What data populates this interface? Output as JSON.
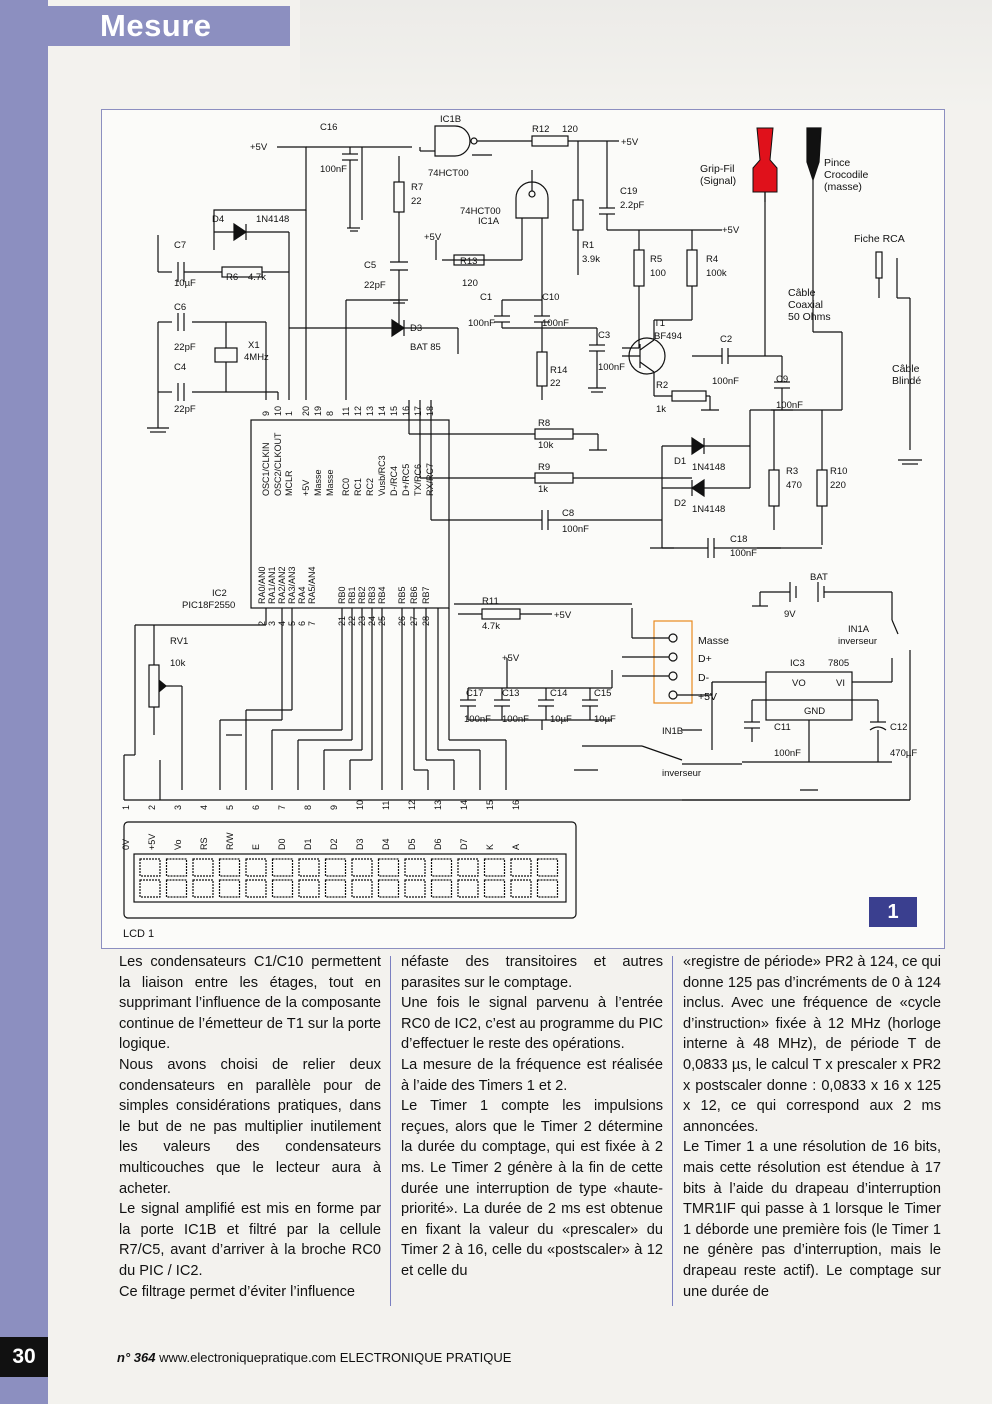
{
  "header": {
    "section": "Mesure"
  },
  "figure": {
    "number": "1",
    "lcd_label": "LCD 1",
    "components": {
      "c16": "C16",
      "c16v": "100nF",
      "ic1b": "IC1B",
      "ic1b_type": "74HCT00",
      "ic1a_type": "74HCT00",
      "ic1a": "IC1A",
      "r12": "R12",
      "r12v": "120",
      "r7": "R7",
      "r7v": "22",
      "c19": "C19",
      "c19v": "2.2pF",
      "r13": "R13",
      "r13v": "120",
      "r1": "R1",
      "r1v": "3.9k",
      "r5": "R5",
      "r5v": "100",
      "r4": "R4",
      "r4v": "100k",
      "d4": "D4",
      "d4v": "1N4148",
      "c7": "C7",
      "c7v": "10µF",
      "r6": "R6",
      "r6v": "4.7k",
      "c5": "C5",
      "c5v": "22pF",
      "c1": "C1",
      "c1v": "100nF",
      "c10": "C10",
      "c10v": "100nF",
      "c6": "C6",
      "c6v": "22pF",
      "x1": "X1",
      "x1v": "4MHz",
      "c4": "C4",
      "c4v": "22pF",
      "d3": "D3",
      "d3v": "BAT 85",
      "t1": "T1",
      "t1v": "BF494",
      "c3": "C3",
      "c3v": "100nF",
      "c2": "C2",
      "c2v": "100nF",
      "c9": "C9",
      "c9v": "100nF",
      "r14": "R14",
      "r14v": "22",
      "r2": "R2",
      "r2v": "1k",
      "r8": "R8",
      "r8v": "10k",
      "r9": "R9",
      "r9v": "1k",
      "c8": "C8",
      "c8v": "100nF",
      "d1": "D1",
      "d1v": "1N4148",
      "d2": "D2",
      "d2v": "1N4148",
      "r3": "R3",
      "r3v": "470",
      "r10": "R10",
      "r10v": "220",
      "c18": "C18",
      "c18v": "100nF",
      "bat": "BAT",
      "batv": "9V",
      "ic2": "IC2",
      "ic2v": "PIC18F2550",
      "rv1": "RV1",
      "rv1v": "10k",
      "r11": "R11",
      "r11v": "4.7k",
      "c17": "C17",
      "c17v": "100nF",
      "c13": "C13",
      "c13v": "100nF",
      "c14": "C14",
      "c14v": "10µF",
      "c15": "C15",
      "c15v": "10µF",
      "ic3": "IC3",
      "ic3v": "7805",
      "c11": "C11",
      "c11v": "100nF",
      "c12": "C12",
      "c12v": "470µF",
      "in1a": "IN1A",
      "in1a_t": "inverseur",
      "in1b": "IN1B",
      "in1b_t": "inverseur",
      "vo": "VO",
      "vi": "VI",
      "gnd": "GND",
      "vcc": "+5V"
    },
    "labels": {
      "grip": "Grip-Fil",
      "grip2": "(Signal)",
      "pince": "Pince",
      "pince2": "Crocodile",
      "pince3": "(masse)",
      "rca": "Fiche RCA",
      "coax1": "Câble",
      "coax2": "Coaxial",
      "coax3": "50 Ohms",
      "blinde1": "Câble",
      "blinde2": "Blindé",
      "usb_masse": "Masse",
      "usb_dp": "D+",
      "usb_dm": "D-",
      "usb_5v": "+5V"
    },
    "pic_left_pins": [
      "OSC1/CLKIN",
      "OSC2/CLKOUT",
      "MCLR",
      "+5V",
      "Masse",
      "Masse",
      "RC0",
      "RC1",
      "RC2",
      "Vusb/RC3",
      "D-/RC4",
      "D+/RC5",
      "TX/RC6",
      "RX/RC7"
    ],
    "pic_top_nums": [
      "9",
      "10",
      "1",
      "20",
      "19",
      "8",
      "11",
      "12",
      "13",
      "14",
      "15",
      "16",
      "17",
      "18"
    ],
    "pic_bottom_pins": [
      "RA0/AN0",
      "RA1/AN1",
      "RA2/AN2",
      "RA3/AN3",
      "RA4",
      "RA5/AN4",
      "RB0",
      "RB1",
      "RB2",
      "RB3",
      "RB4",
      "RB5",
      "RB6",
      "RB7"
    ],
    "pic_bottom_nums": [
      "2",
      "3",
      "4",
      "5",
      "6",
      "7",
      "21",
      "22",
      "23",
      "24",
      "25",
      "26",
      "27",
      "28"
    ],
    "lcd_nums": [
      "1",
      "2",
      "3",
      "4",
      "5",
      "6",
      "7",
      "8",
      "9",
      "10",
      "11",
      "12",
      "13",
      "14",
      "15",
      "16"
    ],
    "lcd_pins": [
      "0V",
      "+5V",
      "Vo",
      "RS",
      "R/W",
      "E",
      "D0",
      "D1",
      "D2",
      "D3",
      "D4",
      "D5",
      "D6",
      "D7",
      "K",
      "A"
    ]
  },
  "article": {
    "col1": [
      "Les condensateurs C1/C10 permettent la liaison entre les étages, tout en supprimant l’influence de la composante continue de l’émetteur de T1 sur la porte logique.",
      "Nous avons choisi de relier deux condensateurs en parallèle pour de simples considérations pratiques, dans le but de ne pas multiplier inutilement les valeurs des condensateurs multicouches que le lecteur aura à acheter.",
      "Le signal amplifié est mis en forme par la porte IC1B et filtré par la cellule R7/C5, avant d’arriver à la broche RC0 du PIC / IC2.",
      "Ce filtrage permet d’éviter l’influence"
    ],
    "col2": [
      "néfaste des transitoires et autres parasites sur le comptage.",
      "Une fois le signal parvenu à l’entrée RC0 de IC2, c’est au programme du PIC d’effectuer le reste des opérations.",
      "La mesure de la fréquence est réalisée à l’aide des Timers 1 et 2.",
      "Le Timer 1 compte les impulsions reçues, alors que le Timer 2 détermine la durée du comptage, qui est fixée à 2 ms. Le Timer 2 génère à la fin de cette durée une interruption de type «haute-priorité». La durée de 2 ms est obtenue en fixant la valeur du «prescaler» du Timer 2 à 16, celle du «postscaler» à 12 et celle du"
    ],
    "col3": [
      "«registre de période» PR2 à 124, ce qui donne 125 pas d’incréments de 0 à 124 inclus. Avec une fréquence de «cycle d’instruction» fixée à 12 MHz (horloge interne à 48 MHz), de période T de 0,0833 µs, le calcul T x prescaler x PR2 x postscaler donne : 0,0833 x 16 x 125 x 12, ce qui correspond aux 2 ms annoncées.",
      "Le Timer 1 a une résolution de 16 bits, mais cette résolution est étendue à 17 bits à l’aide du drapeau d’interruption TMR1IF qui passe à 1 lorsque le Timer 1 déborde une première fois (le Timer 1 ne génère pas d’interruption, mais le drapeau reste actif). Le comptage sur une durée de"
    ]
  },
  "footer": {
    "page": "30",
    "issue": "n° 364",
    "site": "www.electroniquepratique.com",
    "mag": "ELECTRONIQUE PRATIQUE"
  }
}
